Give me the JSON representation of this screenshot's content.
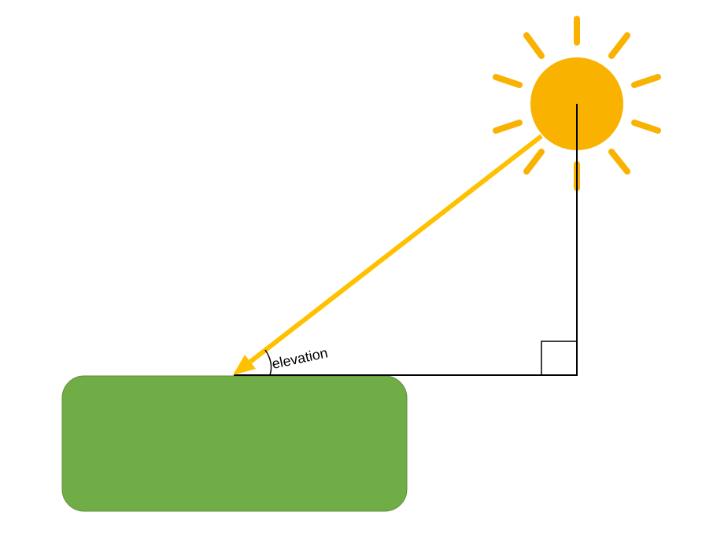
{
  "diagram": {
    "angle_label": "elevation",
    "colors": {
      "sun": "#F9B200",
      "ray": "#FFC000",
      "ground": "#70AD47",
      "ground_border": "#5E8F3C",
      "lines": "#000000"
    },
    "icons": {
      "sun": "sun-icon",
      "ground": "ground-block",
      "right_angle": "right-angle-marker"
    }
  }
}
